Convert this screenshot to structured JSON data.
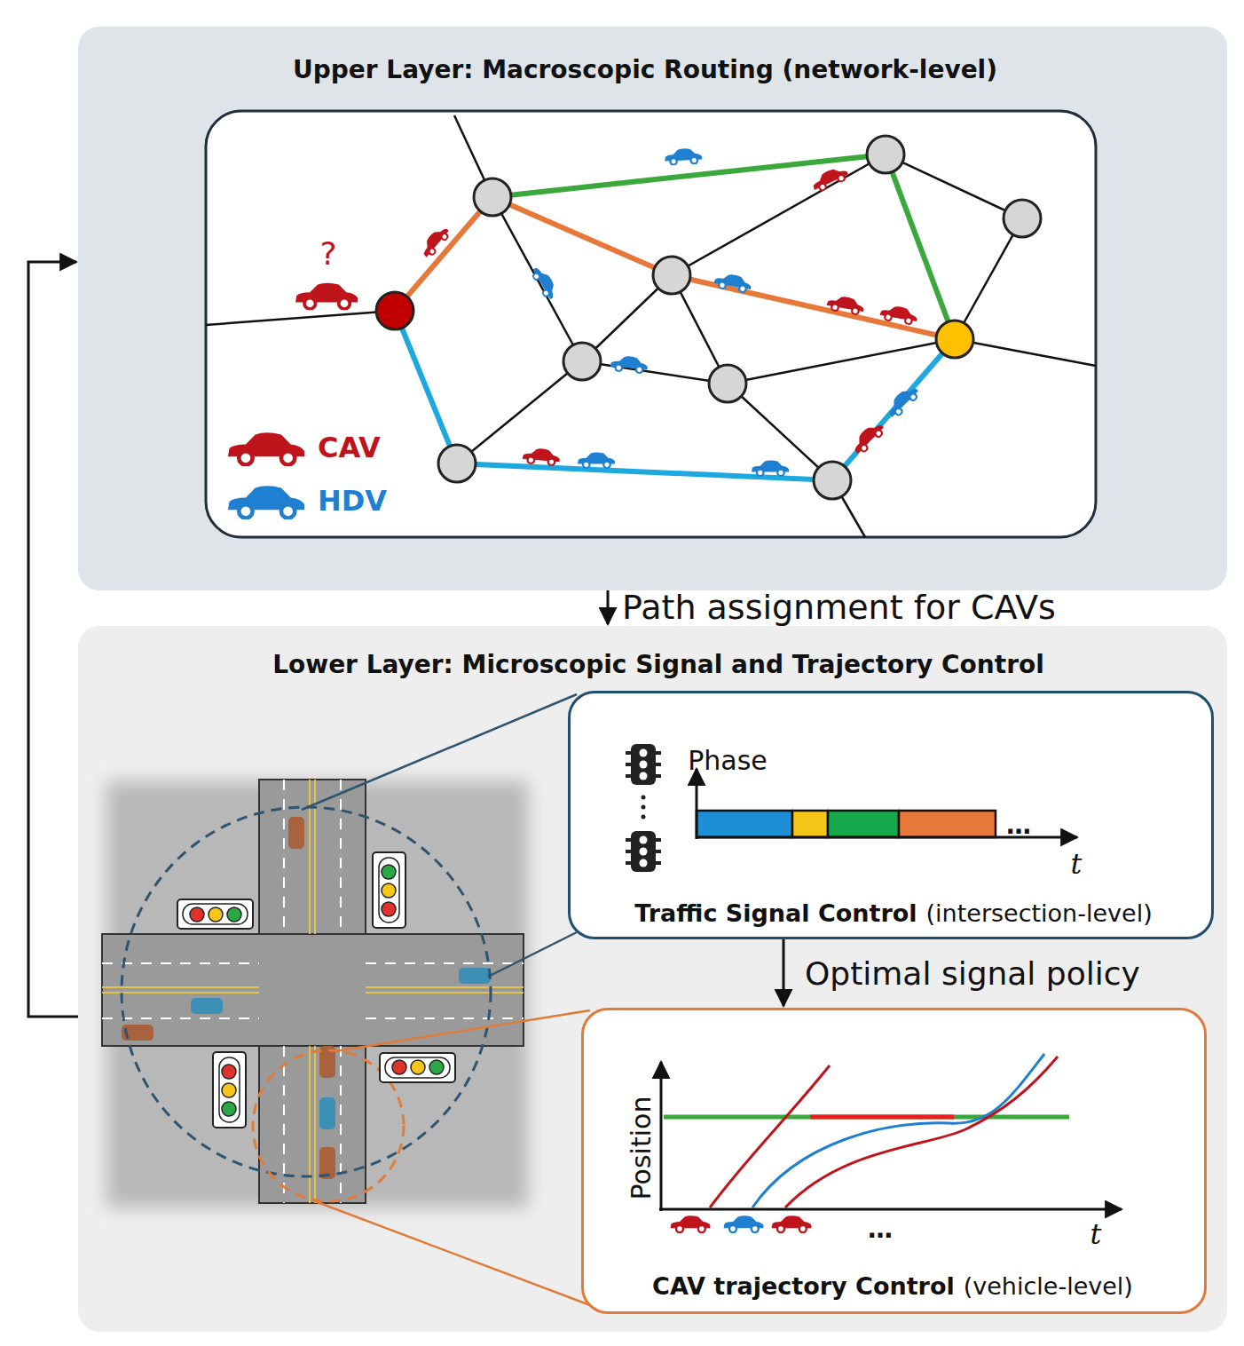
{
  "diagram": {
    "nodes": [
      {
        "text": [
          "Upper Layer: Macroscopic Routing (network-level)"
        ]
      },
      {
        "text": [
          "Lower Layer: Microscopic Signal and Trajectory Control"
        ]
      },
      {
        "text": [
          "Phase",
          "t",
          "…",
          "Traffic Signal Control",
          "(intersection-level)"
        ],
        "in": 1
      },
      {
        "text": [
          "Position",
          "t",
          "…",
          "CAV trajectory Control",
          "(vehicle-level)"
        ],
        "in": 1
      }
    ],
    "edges": [
      {
        "from": 0,
        "to": 1,
        "arrow": "to",
        "label": "Path assignment for CAVs"
      },
      {
        "from": 2,
        "to": 3,
        "arrow": "to",
        "label": "Optimal signal policy"
      },
      {
        "from": 1,
        "to": 0,
        "arrow": "to"
      }
    ],
    "labels": [
      "?"
    ],
    "legend": [
      {
        "text": "CAV",
        "color": "#c0141c"
      },
      {
        "text": "HDV",
        "color": "#1f7fd1"
      }
    ]
  }
}
